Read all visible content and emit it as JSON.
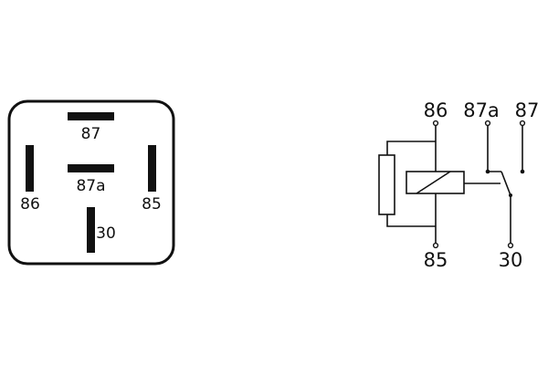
{
  "relay_footprint": {
    "pins": [
      {
        "id": "87",
        "label": "87"
      },
      {
        "id": "87a",
        "label": "87a"
      },
      {
        "id": "86",
        "label": "86"
      },
      {
        "id": "85",
        "label": "85"
      },
      {
        "id": "30",
        "label": "30"
      }
    ]
  },
  "schematic": {
    "terminals": [
      {
        "id": "86",
        "label": "86"
      },
      {
        "id": "87a",
        "label": "87a"
      },
      {
        "id": "87",
        "label": "87"
      },
      {
        "id": "85",
        "label": "85"
      },
      {
        "id": "30",
        "label": "30"
      }
    ]
  }
}
